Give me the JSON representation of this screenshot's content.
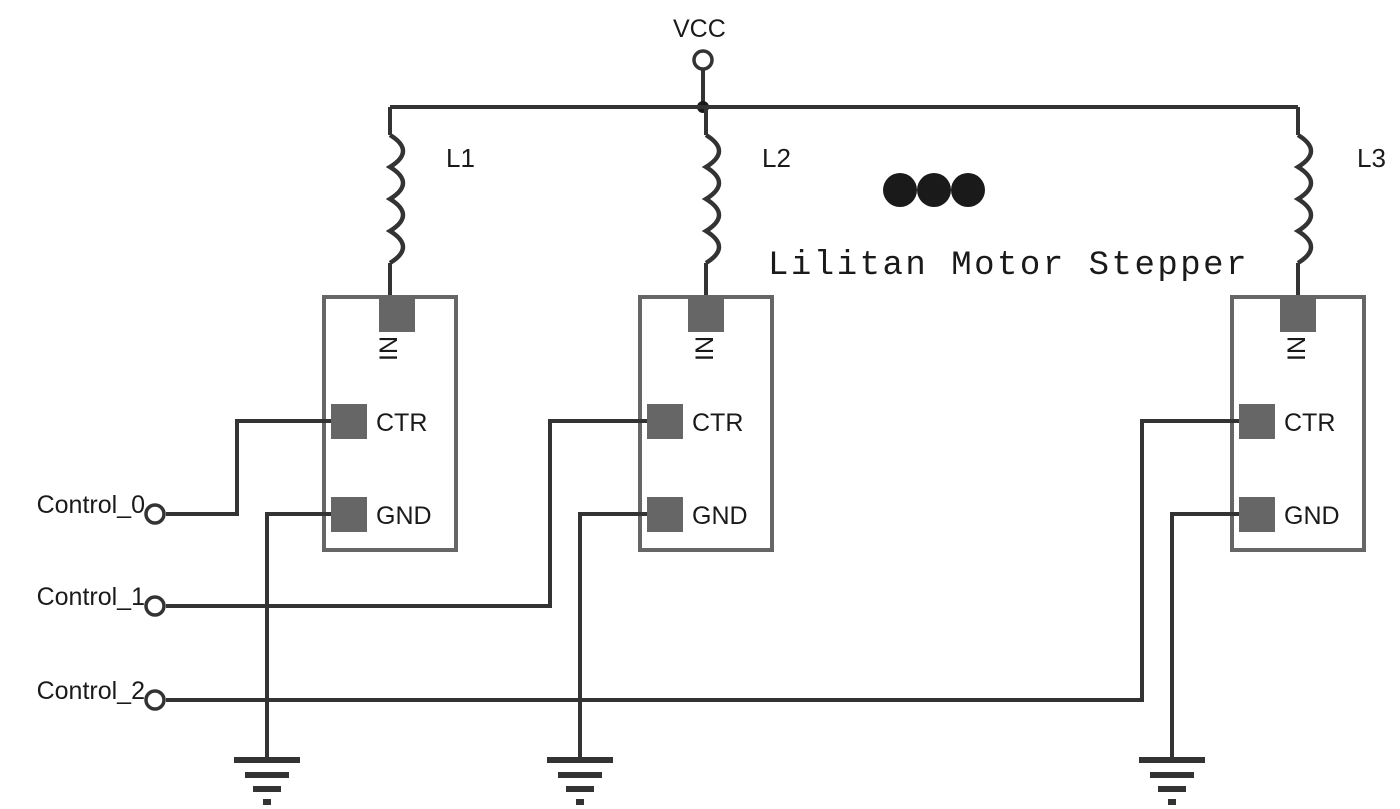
{
  "diagram": {
    "title": "Lilitan Motor Stepper",
    "ellipsis_marker": "three-dots",
    "colors": {
      "wire": "#333333",
      "ic_border": "#666666",
      "ic_pin_fill": "#666666",
      "background": "#ffffff",
      "text": "#1a1a1a"
    }
  },
  "supply": {
    "label": "VCC",
    "terminal_type": "open-circle"
  },
  "inductors": [
    {
      "label": "L1"
    },
    {
      "label": "L2"
    },
    {
      "label": "L3"
    }
  ],
  "drivers": [
    {
      "id": "driver-1",
      "pins": {
        "in": "IN",
        "ctr": "CTR",
        "gnd": "GND"
      }
    },
    {
      "id": "driver-2",
      "pins": {
        "in": "IN",
        "ctr": "CTR",
        "gnd": "GND"
      }
    },
    {
      "id": "driver-3",
      "pins": {
        "in": "IN",
        "ctr": "CTR",
        "gnd": "GND"
      }
    }
  ],
  "control_terminals": [
    {
      "label": "Control_0",
      "terminal_type": "open-circle"
    },
    {
      "label": "Control_1",
      "terminal_type": "open-circle"
    },
    {
      "label": "Control_2",
      "terminal_type": "open-circle"
    }
  ],
  "grounds": [
    {
      "id": "ground-1",
      "symbol": "earth-ground"
    },
    {
      "id": "ground-2",
      "symbol": "earth-ground"
    },
    {
      "id": "ground-3",
      "symbol": "earth-ground"
    }
  ]
}
